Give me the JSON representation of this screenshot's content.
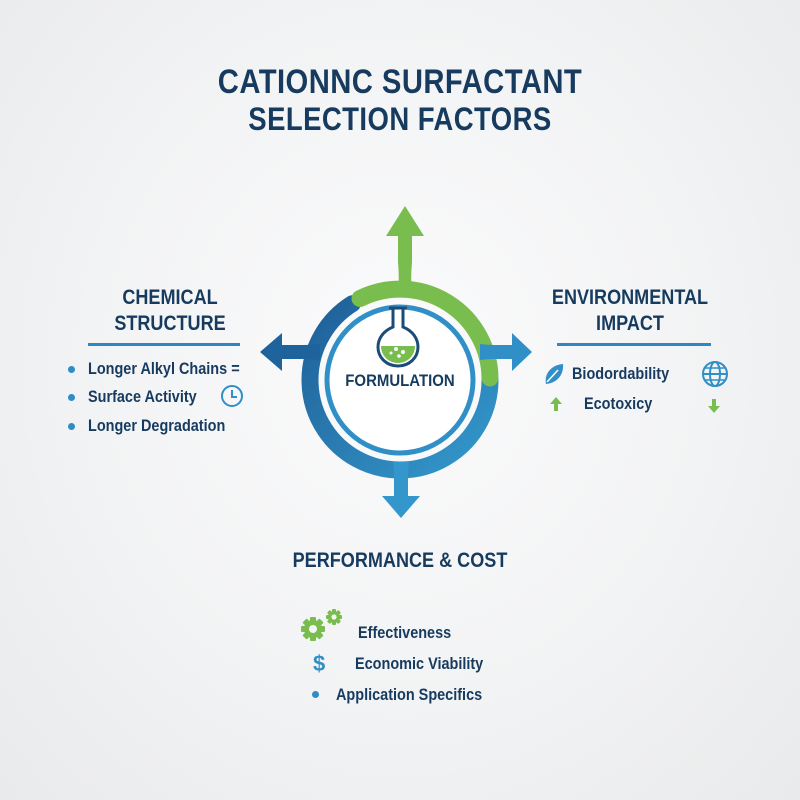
{
  "title": {
    "line1": "CATIONNC SURFACTANT",
    "line2": "SELECTION FACTORS"
  },
  "center": {
    "label": "FORMULATION",
    "icon": "flask-icon"
  },
  "left_panel": {
    "heading_line1": "CHEMICAL",
    "heading_line2": "STRUCTURE",
    "items": [
      {
        "label": "Longer Alkyl Chains =",
        "icon": "bullet"
      },
      {
        "label": "Surface Activity",
        "icon": "bullet",
        "trailing_icon": "clock-icon"
      },
      {
        "label": "Longer Degradation",
        "icon": "bullet"
      }
    ]
  },
  "right_panel": {
    "heading_line1": "ENVIRONMENTAL",
    "heading_line2": "IMPACT",
    "items": [
      {
        "label": "Biodordability",
        "icon": "leaf-icon",
        "trailing_icon": "globe-icon"
      },
      {
        "label": "Ecotoxicy",
        "icon": "arrow-up-icon",
        "trailing_icon": "arrow-down-icon"
      }
    ]
  },
  "bottom_panel": {
    "heading": "PERFORMANCE & COST",
    "items": [
      {
        "label": "Effectiveness",
        "icon": "gears-icon"
      },
      {
        "label": "Economic Viability",
        "icon": "dollar-icon"
      },
      {
        "label": "Application Specifics",
        "icon": "bullet"
      }
    ]
  },
  "colors": {
    "navy": "#173b5f",
    "blue": "#2f8fc6",
    "dark_blue": "#1f639c",
    "green": "#79bd4f",
    "background": "#f2f3f4"
  }
}
